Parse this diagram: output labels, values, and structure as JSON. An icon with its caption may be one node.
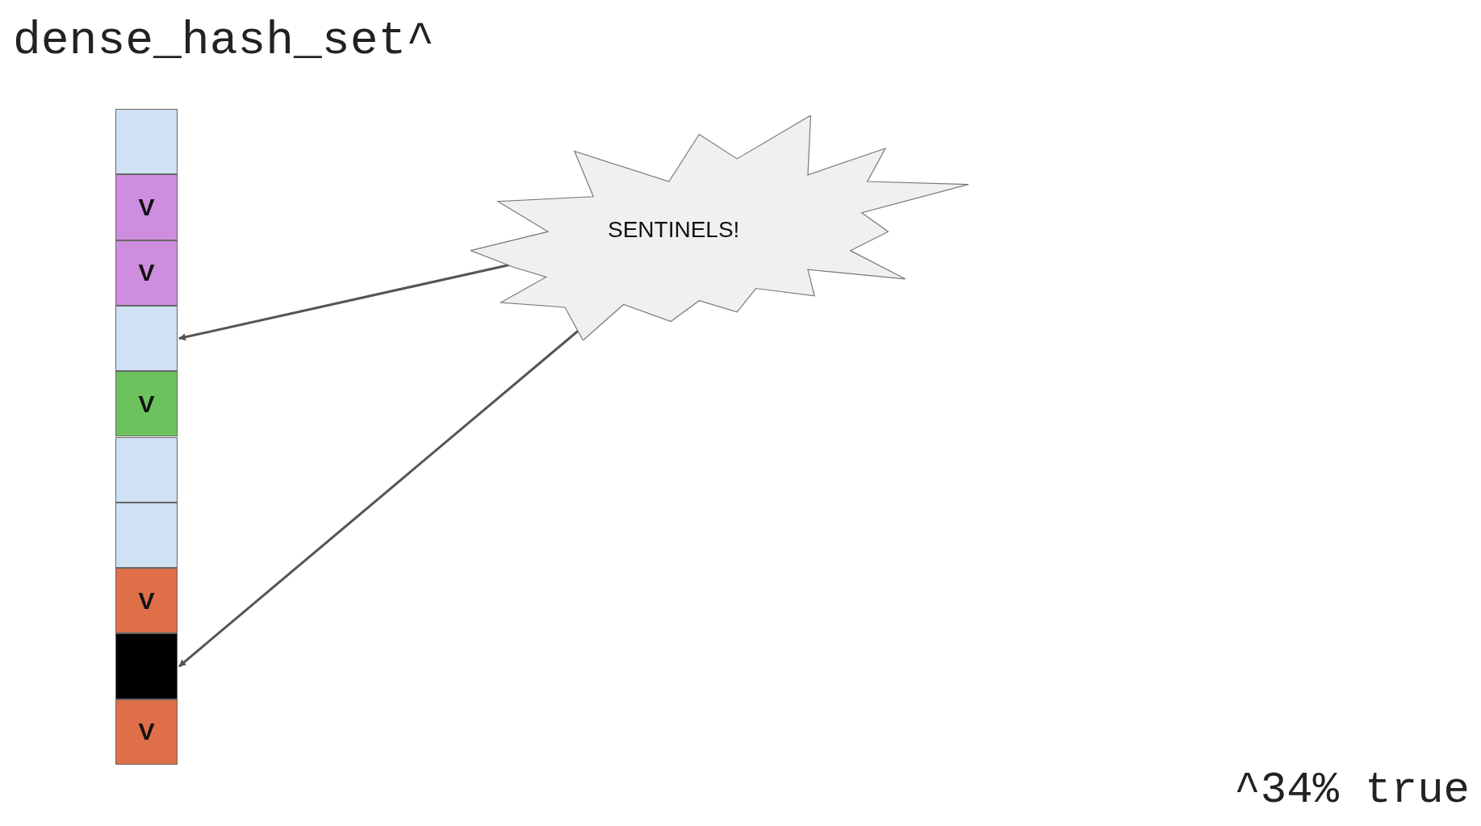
{
  "diagram": {
    "title": "dense_hash_set^",
    "nodes": [
      {
        "text": [],
        "shape": "box"
      },
      {
        "text": [
          "V"
        ]
      },
      {
        "text": [
          "V"
        ]
      },
      {
        "text": [],
        "shape": "box"
      },
      {
        "text": [
          "V"
        ]
      },
      {
        "text": [],
        "shape": "box"
      },
      {
        "text": [],
        "shape": "box"
      },
      {
        "text": [
          "V"
        ]
      },
      {
        "text": [],
        "shape": "box"
      },
      {
        "text": [
          "V"
        ]
      },
      {
        "text": [
          "SENTINELS!"
        ]
      }
    ],
    "edges": [
      {
        "from": 10,
        "to": 3,
        "arrow": "to"
      },
      {
        "from": 10,
        "to": 8,
        "arrow": "to"
      }
    ],
    "labels": [
      "^34% true"
    ]
  }
}
